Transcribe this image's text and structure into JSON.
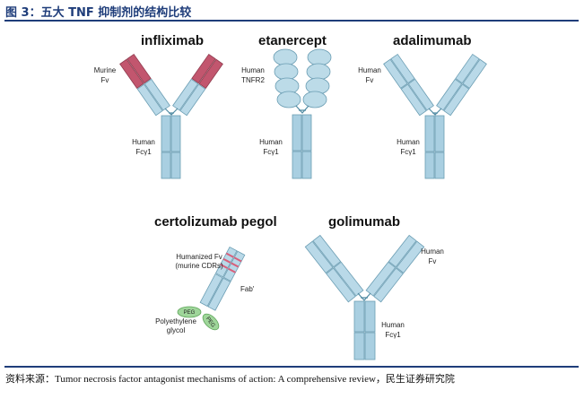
{
  "figure": {
    "title": "图 3：五大 TNF 抑制剂的结构比较",
    "source": "资料来源：Tumor necrosis factor antagonist mechanisms of action: A comprehensive review，民生证券研究院"
  },
  "antibodies": {
    "infliximab": {
      "name": "infliximab",
      "fv_label": [
        "Murine",
        "Fv"
      ],
      "fc_label": [
        "Human",
        "Fcγ1"
      ]
    },
    "etanercept": {
      "name": "etanercept",
      "fv_label": [
        "Human",
        "TNFR2"
      ],
      "fc_label": [
        "Human",
        "Fcγ1"
      ]
    },
    "adalimumab": {
      "name": "adalimumab",
      "fv_label": [
        "Human",
        "Fv"
      ],
      "fc_label": [
        "Human",
        "Fcγ1"
      ]
    },
    "certolizumab": {
      "name": "certolizumab pegol",
      "fv_label": [
        "Humanized Fv",
        "(murine CDRs)"
      ],
      "fab_label": "Fab'",
      "peg_label": [
        "Polyethylene",
        "glycol"
      ],
      "peg_tag": "PEG"
    },
    "golimumab": {
      "name": "golimumab",
      "fv_label": [
        "Human",
        "Fv"
      ],
      "fc_label": [
        "Human",
        "Fcγ1"
      ]
    }
  },
  "colors": {
    "human_domain": "#b9d9e8",
    "murine_domain": "#c2566e",
    "peg": "#9fd69a",
    "title": "#1f3d7a"
  }
}
